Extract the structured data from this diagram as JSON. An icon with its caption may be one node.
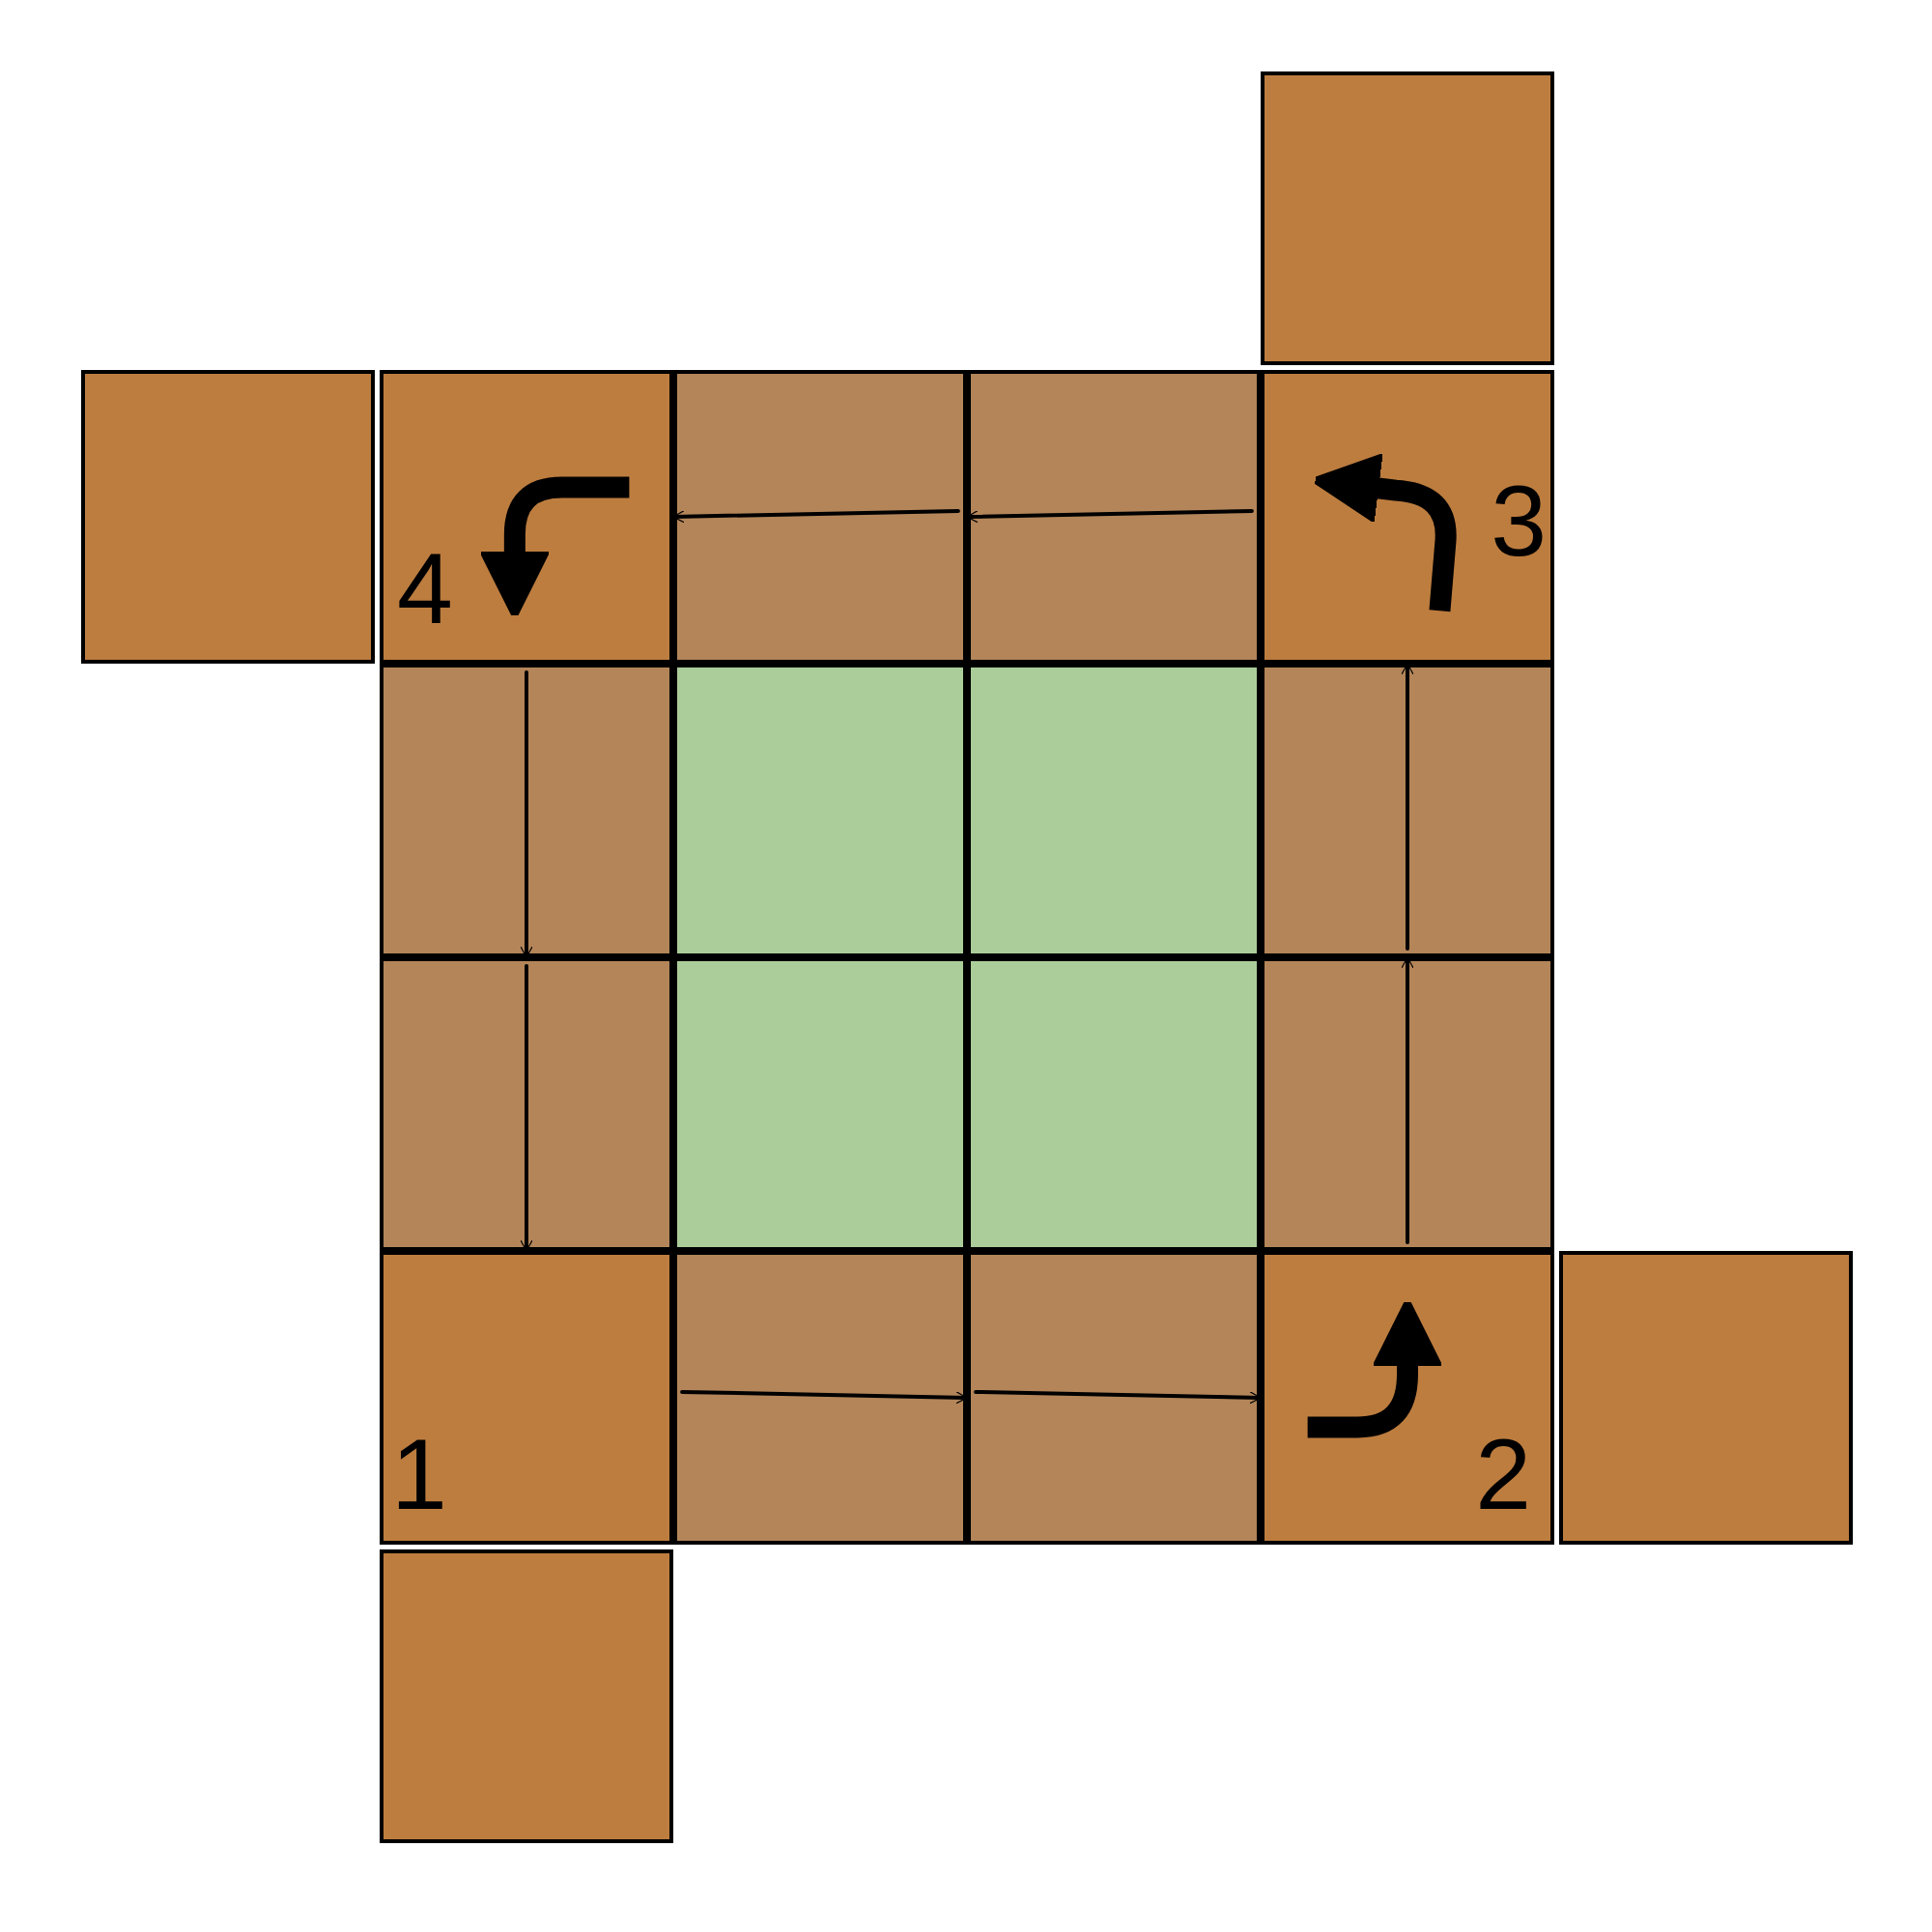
{
  "diagram": {
    "nodes": [
      {
        "text": [],
        "shape": "box"
      },
      {
        "text": [],
        "shape": "box"
      },
      {
        "text": [
          "4"
        ]
      },
      {
        "text": [],
        "shape": "box"
      },
      {
        "text": [],
        "shape": "box"
      },
      {
        "text": [
          "3"
        ]
      },
      {
        "text": [],
        "shape": "box"
      },
      {
        "text": [],
        "shape": "box"
      },
      {
        "text": [],
        "shape": "box"
      },
      {
        "text": [],
        "shape": "box"
      },
      {
        "text": [],
        "shape": "box"
      },
      {
        "text": [],
        "shape": "box"
      },
      {
        "text": [],
        "shape": "box"
      },
      {
        "text": [],
        "shape": "box"
      },
      {
        "text": [
          "1"
        ]
      },
      {
        "text": [],
        "shape": "box"
      },
      {
        "text": [],
        "shape": "box"
      },
      {
        "text": [
          "2"
        ]
      },
      {
        "text": [],
        "shape": "box"
      },
      {
        "text": [],
        "shape": "box"
      }
    ],
    "edges": [
      {
        "from": 4,
        "to": 3,
        "arrow": "to"
      },
      {
        "from": 3,
        "to": 2,
        "arrow": "to"
      },
      {
        "from": 6,
        "to": 10,
        "arrow": "to"
      },
      {
        "from": 10,
        "to": 14,
        "arrow": "to"
      },
      {
        "from": 15,
        "to": 16,
        "arrow": "to"
      },
      {
        "from": 16,
        "to": 17,
        "arrow": "to"
      },
      {
        "from": 13,
        "to": 9,
        "arrow": "to"
      },
      {
        "from": 9,
        "to": 5,
        "arrow": "to"
      }
    ]
  }
}
